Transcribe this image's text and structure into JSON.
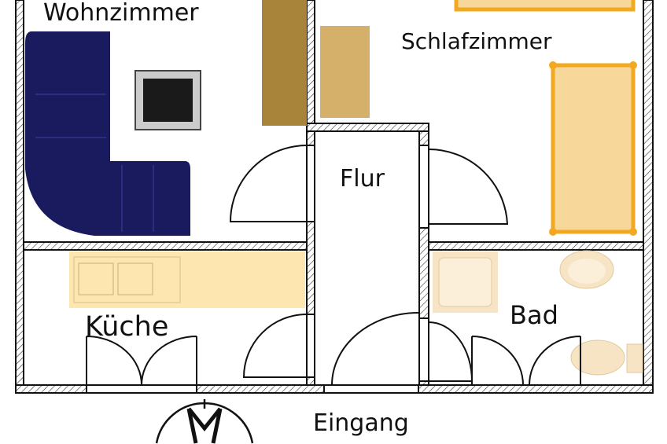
{
  "rooms": {
    "wohnzimmer": "Wohnzimmer",
    "schlafzimmer": "Schlafzimmer",
    "flur": "Flur",
    "kueche": "Küche",
    "bad": "Bad",
    "eingang": "Eingang"
  },
  "colors": {
    "sofa": "#1a1a5e",
    "wardrobe": "#a8843a",
    "cabinet": "#d4b06a",
    "bed_frame": "#f2a91f",
    "bed_mattress": "#f8d89a",
    "kitchen": "#fde6b0",
    "bath_fixture": "#f6e4c4",
    "wall": "#111111"
  }
}
